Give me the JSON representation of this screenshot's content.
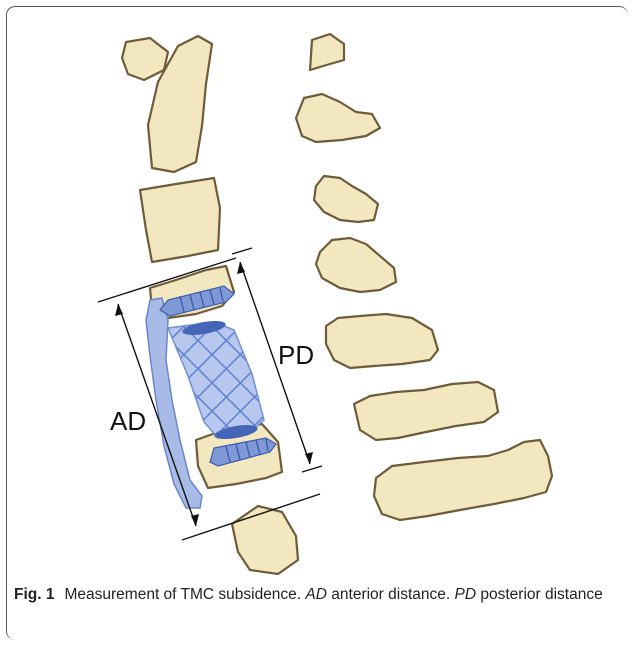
{
  "figure": {
    "labels": {
      "ad": "AD",
      "pd": "PD"
    },
    "colors": {
      "bone_fill": "#f3e7bf",
      "bone_stroke": "#6e5b3a",
      "implant": "#9db2e2",
      "implant_dark": "#4565b8",
      "cage_mesh": "#6f8fd6"
    }
  },
  "caption": {
    "fig_label": "Fig. 1",
    "title": "Measurement of TMC subsidence.",
    "ad_abbr": "AD",
    "ad_text": "anterior distance.",
    "pd_abbr": "PD",
    "pd_text": "posterior distance"
  }
}
